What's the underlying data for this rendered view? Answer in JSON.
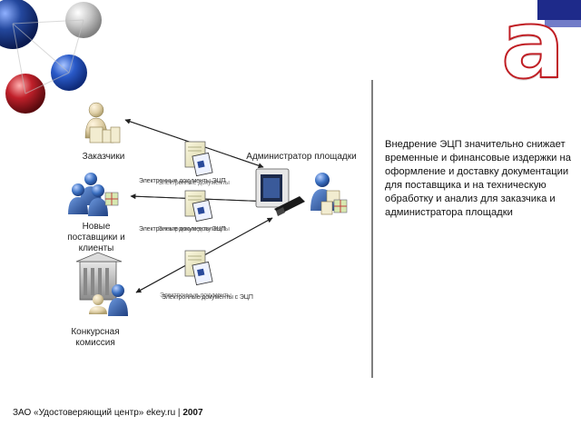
{
  "logo": {
    "letter": "а"
  },
  "actors": {
    "customers": "Заказчики",
    "admin": "Администратор площадки",
    "new_suppliers": "Новые поставщики и клиенты",
    "commission": "Конкурсная комиссия"
  },
  "doc_labels": {
    "line1_a": "Электронные документы ЭЦП",
    "line1_b": "Электронные документы",
    "line2_a": "Электронные документы ЭЦП",
    "line2_b": "Электронные документы",
    "line3_a": "Электронные документы с ЭЦП",
    "line3_b": "Электронные документы"
  },
  "description": "Внедрение ЭЦП значительно снижает временные и финансовые издержки на оформление и доставку документации для поставщика и на техническую обработку и анализ для заказчика и администратора площадки",
  "footer": {
    "company": "ЗАО «Удостоверяющий центр» ekey.ru |",
    "year": "2007"
  },
  "colors": {
    "brand_red": "#c01e24",
    "sphere_blue_dark": "#1a3a8a",
    "sphere_blue": "#2a5ac8",
    "sphere_red": "#c0202a",
    "sphere_gray": "#c8c8c8",
    "people_blue": "#3a6fc0",
    "divider": "#555555"
  }
}
